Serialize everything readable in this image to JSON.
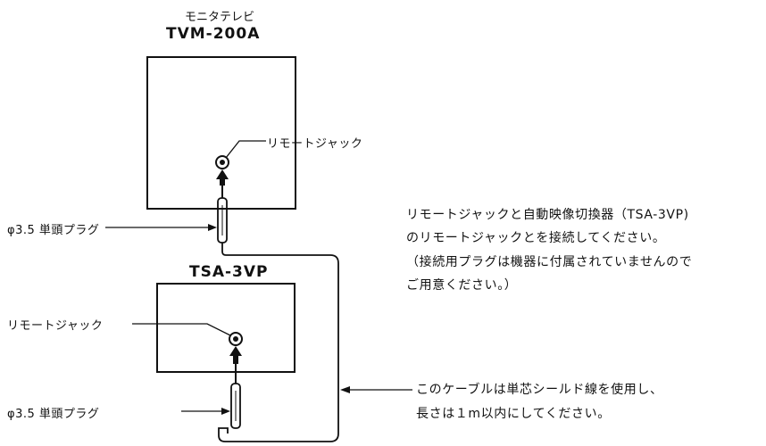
{
  "monitor": {
    "title": "モニタテレビ",
    "model": "TVM-200A",
    "jack_label": "リモートジャック"
  },
  "switcher": {
    "model": "TSA-3VP",
    "jack_label": "リモートジャック"
  },
  "plug_top_label": "φ3.5 単頭プラグ",
  "plug_bottom_label": "φ3.5 単頭プラグ",
  "instructions": [
    "リモートジャックと自動映像切換器（TSA-3VP)",
    "のリモートジャックとを接続してください。",
    "（接続用プラグは機器に付属されていませんので",
    "ご用意ください。）"
  ],
  "cable_note": [
    "このケーブルは単芯シールド線を使用し、",
    "長さは１m以内にしてください。"
  ]
}
